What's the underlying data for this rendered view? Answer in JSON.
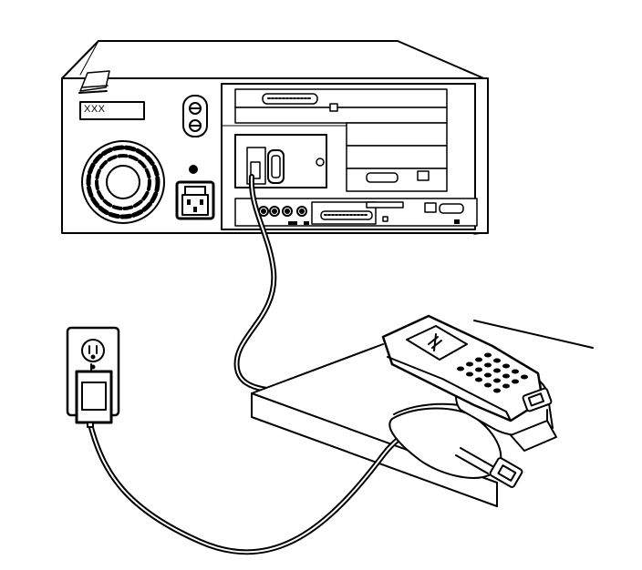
{
  "figure": {
    "title": "",
    "labels": {
      "computer_tag": "XXX"
    },
    "components": {
      "computer_rear": "pc-rear-panel",
      "wall_outlet": "wall-outlet",
      "power_adapter": "ac-adapter",
      "handheld": "handheld-scanner",
      "docking_cradle": "docking-cradle",
      "table": "table-surface"
    },
    "stroke_color": "#000000",
    "fill_color": "#ffffff"
  }
}
